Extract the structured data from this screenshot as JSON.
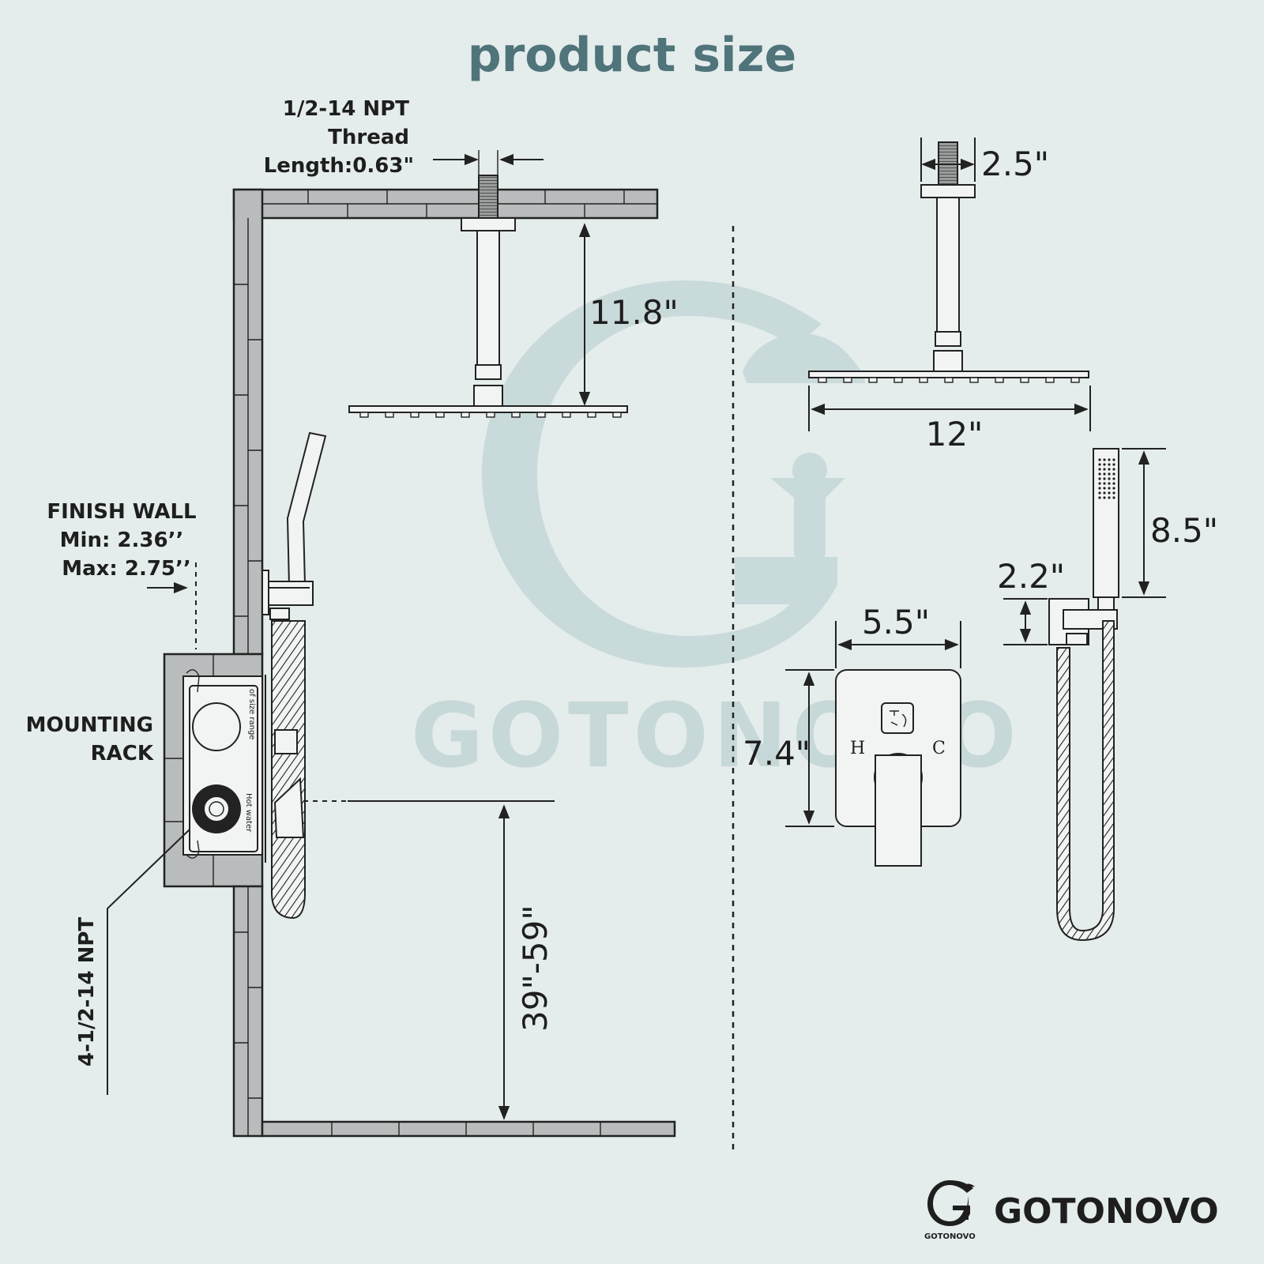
{
  "title": "product size",
  "labels": {
    "thread_line1": "1/2-14 NPT",
    "thread_line2": "Thread",
    "thread_line3": "Length:0.63\"",
    "finish_line1": "FINISH WALL",
    "finish_line2": "Min: 2.36’’",
    "finish_line3": "Max: 2.75’’",
    "mounting_line1": "MOUNTING",
    "mounting_line2": "RACK",
    "npt_vertical": "4-1/2-14 NPT",
    "size_range": "of size range",
    "hot_water": "Hot water",
    "hot": "H",
    "cold": "C"
  },
  "dimensions": {
    "arm_length": "11.8\"",
    "install_height": "39\"-59\"",
    "flange_width": "2.5\"",
    "head_width": "12\"",
    "handheld_length": "8.5\"",
    "holder_height": "2.2\"",
    "plate_width": "5.5\"",
    "plate_height": "7.4\""
  },
  "watermark": "GOTONOVO",
  "brand": {
    "name": "GOTONOVO",
    "small": "GOTONOVO"
  },
  "colors": {
    "background": "#e4ecec",
    "title": "#4f7479",
    "wall": "#b9bcbc",
    "watermark": "#c6d8d8",
    "ink": "#1e1e1e"
  }
}
